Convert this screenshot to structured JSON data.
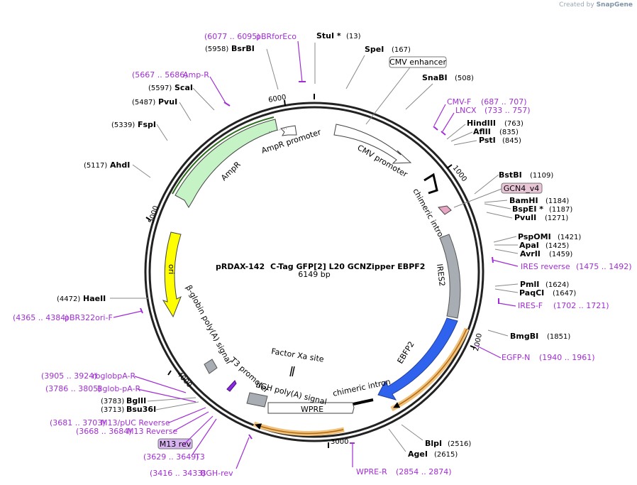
{
  "watermark": {
    "prefix": "Created by",
    "brand": "SnapGene"
  },
  "plasmid": {
    "name": "pRDAX-142",
    "description": "C-Tag GFP[2] L20 GCNZipper EBPF2",
    "size": "6149 bp"
  },
  "ticks": [
    "1000",
    "2000",
    "3000",
    "4000",
    "5000",
    "6000"
  ],
  "enzymes": [
    {
      "id": "stui",
      "name": "StuI *",
      "pos": "(13)"
    },
    {
      "id": "spei",
      "name": "SpeI",
      "pos": "(167)"
    },
    {
      "id": "snabi",
      "name": "SnaBI",
      "pos": "(508)"
    },
    {
      "id": "hindiii",
      "name": "HindIII",
      "pos": "(763)"
    },
    {
      "id": "aflii",
      "name": "AflII",
      "pos": "(835)"
    },
    {
      "id": "psti",
      "name": "PstI",
      "pos": "(845)"
    },
    {
      "id": "bstbi",
      "name": "BstBI",
      "pos": "(1109)"
    },
    {
      "id": "bamhi",
      "name": "BamHI",
      "pos": "(1184)"
    },
    {
      "id": "bspei",
      "name": "BspEI *",
      "pos": "(1187)"
    },
    {
      "id": "pvuii",
      "name": "PvuII",
      "pos": "(1271)"
    },
    {
      "id": "psp",
      "name": "PspOMI",
      "pos": "(1421)"
    },
    {
      "id": "apai",
      "name": "ApaI",
      "pos": "(1425)"
    },
    {
      "id": "avrii",
      "name": "AvrII",
      "pos": "(1459)"
    },
    {
      "id": "pmli",
      "name": "PmlI",
      "pos": "(1624)"
    },
    {
      "id": "paqci",
      "name": "PaqCI",
      "pos": "(1647)"
    },
    {
      "id": "bmgbi",
      "name": "BmgBI",
      "pos": "(1851)"
    },
    {
      "id": "blpi",
      "name": "BlpI",
      "pos": "(2516)"
    },
    {
      "id": "agei",
      "name": "AgeI",
      "pos": "(2615)"
    },
    {
      "id": "bglii",
      "name": "BglII",
      "pos": "(3783)"
    },
    {
      "id": "bsu",
      "name": "Bsu36I",
      "pos": "(3713)"
    },
    {
      "id": "haeii",
      "name": "HaeII",
      "pos": "(4472)"
    },
    {
      "id": "ahdi",
      "name": "AhdI",
      "pos": "(5117)"
    },
    {
      "id": "fspi",
      "name": "FspI",
      "pos": "(5339)"
    },
    {
      "id": "pvui",
      "name": "PvuI",
      "pos": "(5487)"
    },
    {
      "id": "scai",
      "name": "ScaI",
      "pos": "(5597)"
    },
    {
      "id": "bsrbi",
      "name": "BsrBI",
      "pos": "(5958)"
    }
  ],
  "primers": [
    {
      "id": "pbrforeco",
      "name": "pBRforEco",
      "range": "(6077 .. 6095)"
    },
    {
      "id": "ampr",
      "name": "Amp-R",
      "range": "(5667 .. 5686)"
    },
    {
      "id": "cmvf",
      "name": "CMV-F",
      "range": "(687 .. 707)"
    },
    {
      "id": "lncx",
      "name": "LNCX",
      "range": "(733 .. 757)"
    },
    {
      "id": "iresrev",
      "name": "IRES reverse",
      "range": "(1475 .. 1492)"
    },
    {
      "id": "iresf",
      "name": "IRES-F",
      "range": "(1702 .. 1721)"
    },
    {
      "id": "egfpn",
      "name": "EGFP-N",
      "range": "(1940 .. 1961)"
    },
    {
      "id": "wprer",
      "name": "WPRE-R",
      "range": "(2854 .. 2874)"
    },
    {
      "id": "pbr322",
      "name": "pBR322ori-F",
      "range": "(4365 .. 4384)"
    },
    {
      "id": "rbglob",
      "name": "rbglobpA-R",
      "range": "(3905 .. 3924)"
    },
    {
      "id": "bglob",
      "name": "Bglob-pA-R",
      "range": "(3786 .. 3805)"
    },
    {
      "id": "m13puc",
      "name": "M13/pUC Reverse",
      "range": "(3681 .. 3703)"
    },
    {
      "id": "m13r",
      "name": "M13 Reverse",
      "range": "(3668 .. 3684)"
    },
    {
      "id": "t3",
      "name": "T3",
      "range": "(3629 .. 3649)"
    },
    {
      "id": "bghrev",
      "name": "BGH-rev",
      "range": "(3416 .. 3433)"
    }
  ],
  "boxed_labels": {
    "cmv_enhancer": "CMV enhancer",
    "gcn4": "GCN4_v4",
    "m13rev": "M13 rev"
  },
  "features": {
    "ampr_promoter": "AmpR promoter",
    "ampr": "AmpR",
    "cmv_promoter": "CMV promoter",
    "chimeric_intron_1": "chimeric intron",
    "ires2": "IRES2",
    "ebfp2": "EBFP2",
    "chimeric_intron_2": "chimeric intron",
    "wpre": "WPRE",
    "bgh": "bGH poly(A) signal",
    "factor_xa": "Factor Xa site",
    "t3_promoter": "T3 promoter",
    "bglobin": "β-globin poly(A) signal",
    "ori": "ori"
  },
  "colors": {
    "primer": "#a22cd6",
    "ampr_fill": "#c5f3c6",
    "ori_fill": "#ffff00",
    "ebfp2_fill": "#2f63ee",
    "ires_fill": "#a8adb3",
    "orf_highlight": "#f1c27d",
    "gcn4_fill": "#e8c6d6",
    "m13_fill": "#d7b3f0"
  }
}
